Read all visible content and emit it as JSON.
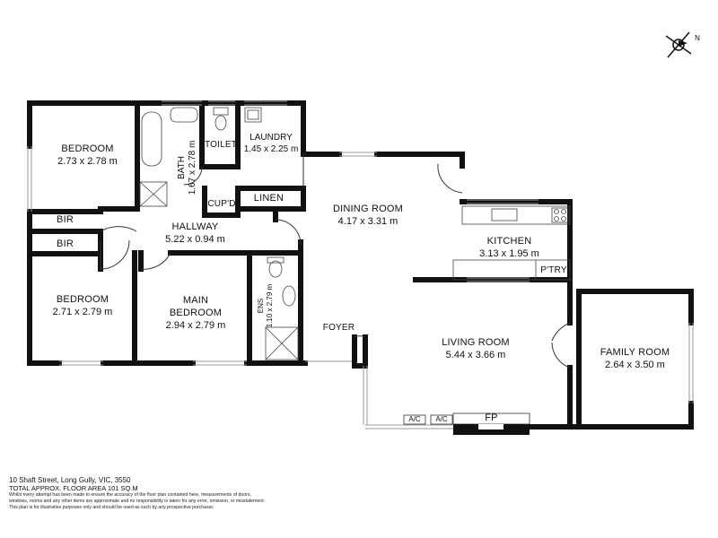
{
  "rooms": {
    "bedroom1": {
      "name": "BEDROOM",
      "dims": "2.73 x 2.78 m"
    },
    "bath": {
      "name": "BATH",
      "dims": "1.67 x 2.78 m"
    },
    "toilet": {
      "name": "TOILET"
    },
    "laundry": {
      "name": "LAUNDRY",
      "dims": "1.45 x 2.25 m"
    },
    "cupd": {
      "name": "CUP'D"
    },
    "linen": {
      "name": "LINEN"
    },
    "dining": {
      "name": "DINING ROOM",
      "dims": "4.17 x 3.31 m"
    },
    "bir1": {
      "name": "BIR"
    },
    "bir2": {
      "name": "BIR"
    },
    "hallway": {
      "name": "HALLWAY",
      "dims": "5.22 x 0.94 m"
    },
    "kitchen": {
      "name": "KITCHEN",
      "dims": "3.13 x 1.95 m"
    },
    "pantry": {
      "name": "P'TRY"
    },
    "bedroom2": {
      "name": "BEDROOM",
      "dims": "2.71 x 2.79 m"
    },
    "main_bedroom": {
      "name": "MAIN\nBEDROOM",
      "name_line1": "MAIN",
      "name_line2": "BEDROOM",
      "dims": "2.94 x 2.79 m"
    },
    "ens": {
      "name": "ENS",
      "dims": "1.10 x 2.79 m"
    },
    "foyer": {
      "name": "FOYER"
    },
    "living": {
      "name": "LIVING ROOM",
      "dims": "5.44 x 3.66 m"
    },
    "family": {
      "name": "FAMILY ROOM",
      "dims": "2.64 x 3.50 m"
    }
  },
  "fixtures": {
    "ac1": "A/C",
    "ac2": "A/C",
    "fp": "FP"
  },
  "compass": {
    "label": "N"
  },
  "footer": {
    "address": "10 Shaft Street, Long Gully, VIC, 3550",
    "area": "TOTAL APPROX. FLOOR AREA 101 SQ.M",
    "disclaimer": [
      "Whilst every attempt has been made to ensure the accuracy of the floor plan contained here, measurements of doors,",
      "windows, rooms and any other items are approximate and no responsibility is taken for any error, omission, or misstatement.",
      "This plan is for illustrative purposes only and should be used as such by any prospective purchaser."
    ]
  }
}
